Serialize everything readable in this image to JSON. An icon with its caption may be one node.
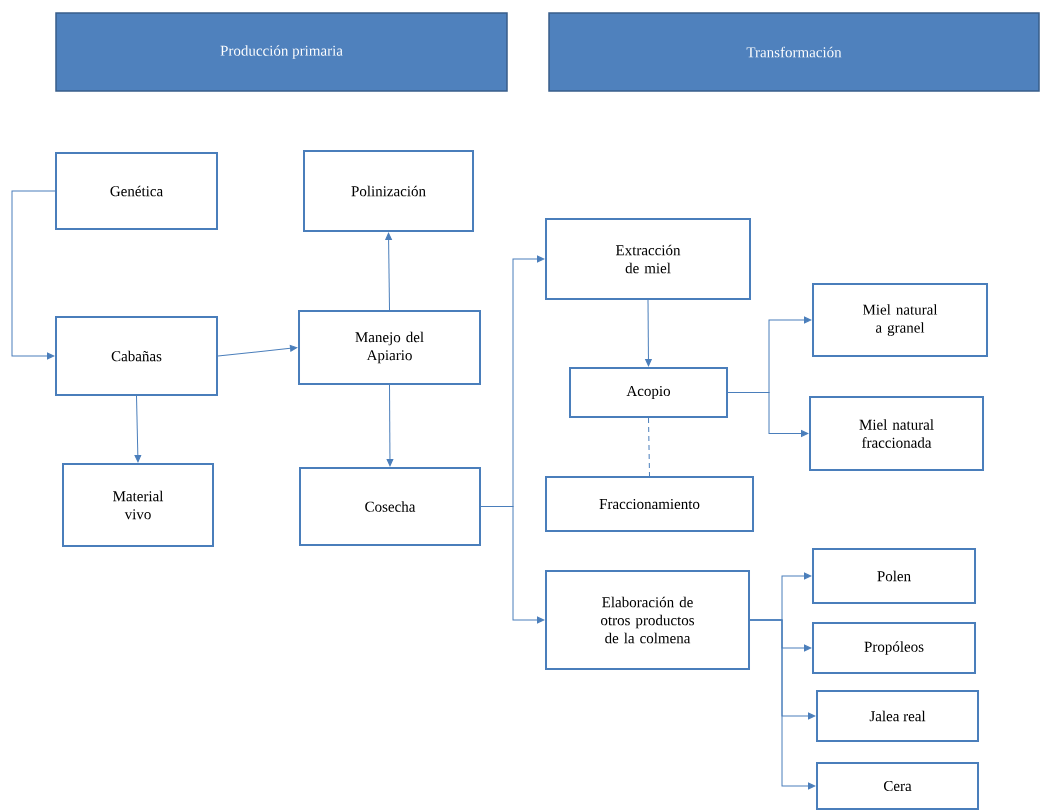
{
  "diagram": {
    "nodes": [
      {
        "text": [
          "Producción primaria"
        ]
      },
      {
        "text": [
          "Transformación"
        ]
      },
      {
        "text": [
          "Genética"
        ]
      },
      {
        "text": [
          "Polinización"
        ]
      },
      {
        "text": [
          "Cabañas"
        ]
      },
      {
        "text": [
          "Manejo del Apiario"
        ]
      },
      {
        "text": [
          "Extracción de miel"
        ]
      },
      {
        "text": [
          "Miel natural a granel"
        ]
      },
      {
        "text": [
          "Acopio"
        ]
      },
      {
        "text": [
          "Miel natural fraccionada"
        ]
      },
      {
        "text": [
          "Material vivo"
        ]
      },
      {
        "text": [
          "Cosecha"
        ]
      },
      {
        "text": [
          "Fraccionamiento"
        ]
      },
      {
        "text": [
          "Elaboración de otros productos de la colmena"
        ]
      },
      {
        "text": [
          "Polen"
        ]
      },
      {
        "text": [
          "Propóleos"
        ]
      },
      {
        "text": [
          "Jalea real"
        ]
      },
      {
        "text": [
          "Cera"
        ]
      }
    ],
    "edges": [
      {
        "from": 2,
        "to": 4,
        "arrow": "to"
      },
      {
        "from": 4,
        "to": 10,
        "arrow": "to"
      },
      {
        "from": 4,
        "to": 5,
        "arrow": "to"
      },
      {
        "from": 5,
        "to": 3,
        "arrow": "to"
      },
      {
        "from": 5,
        "to": 11,
        "arrow": "to"
      },
      {
        "from": 11,
        "to": 6,
        "arrow": "to"
      },
      {
        "from": 11,
        "to": 13,
        "arrow": "to"
      },
      {
        "from": 6,
        "to": 8,
        "arrow": "to"
      },
      {
        "from": 8,
        "to": 12,
        "arrow": "none",
        "style": "dashed"
      },
      {
        "from": 8,
        "to": 7,
        "arrow": "to"
      },
      {
        "from": 8,
        "to": 9,
        "arrow": "to"
      },
      {
        "from": 13,
        "to": 14,
        "arrow": "to"
      },
      {
        "from": 13,
        "to": 15,
        "arrow": "to"
      },
      {
        "from": 13,
        "to": 16,
        "arrow": "to"
      },
      {
        "from": 13,
        "to": 17,
        "arrow": "to"
      }
    ]
  }
}
